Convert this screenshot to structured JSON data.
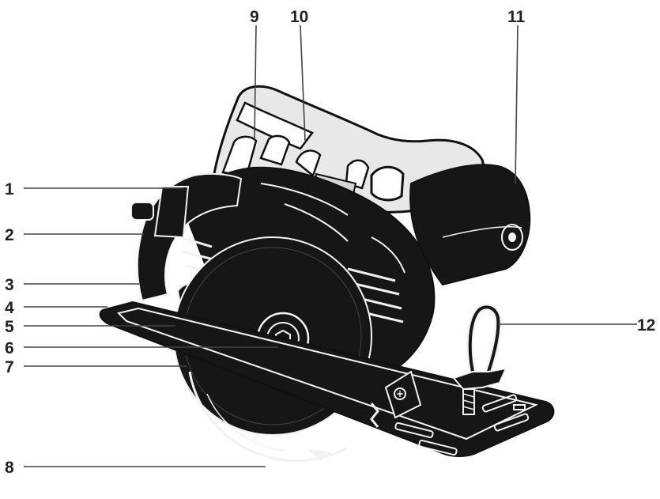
{
  "colors": {
    "ink": "#111111",
    "body": "#161616",
    "handle": "#e8e8e8",
    "outline": "#f2f2f2",
    "leader": "#444444",
    "label": "#222222"
  },
  "callouts": [
    {
      "id": "1",
      "label": "1"
    },
    {
      "id": "2",
      "label": "2"
    },
    {
      "id": "3",
      "label": "3"
    },
    {
      "id": "4",
      "label": "4"
    },
    {
      "id": "5",
      "label": "5"
    },
    {
      "id": "6",
      "label": "6"
    },
    {
      "id": "7",
      "label": "7"
    },
    {
      "id": "8",
      "label": "8"
    },
    {
      "id": "9",
      "label": "9"
    },
    {
      "id": "10",
      "label": "10"
    },
    {
      "id": "11",
      "label": "11"
    },
    {
      "id": "12",
      "label": "12"
    }
  ]
}
